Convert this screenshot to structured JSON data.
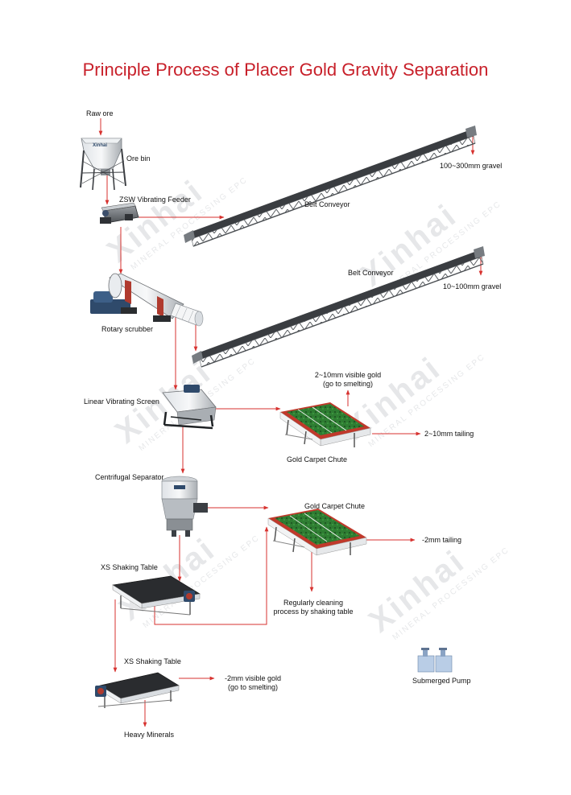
{
  "title": "Principle Process of Placer Gold Gravity Separation",
  "colors": {
    "title": "#c8202a",
    "flow_line": "#d7322f",
    "equipment_gray": "#6b6e72",
    "carpet_green": "#2e7d32",
    "carpet_red": "#c0392b",
    "watermark": "#c9ccd0"
  },
  "watermark": {
    "brand": "Xinhai",
    "tagline": "MINERAL PROCESSING EPC"
  },
  "labels": {
    "raw_ore": "Raw ore",
    "ore_bin": "Ore bin",
    "feeder": "ZSW Vibrating Feeder",
    "belt_conveyor_1": "Belt Conveyor",
    "gravel_1": "100~300mm gravel",
    "belt_conveyor_2": "Belt Conveyor",
    "gravel_2": "10~100mm gravel",
    "rotary_scrubber": "Rotary scrubber",
    "visible_gold_1_line1": "2~10mm visible gold",
    "visible_gold_1_line2": "(go to smelting)",
    "linear_screen": "Linear Vibrating Screen",
    "tailing_1": "2~10mm tailing",
    "carpet_chute_1": "Gold Carpet Chute",
    "centrifugal": "Centrifugal Separator",
    "carpet_chute_2": "Gold Carpet Chute",
    "tailing_2": "-2mm tailing",
    "shaking_table_1": "XS Shaking Table",
    "cleaning_line1": "Regularly cleaning",
    "cleaning_line2": "process by shaking table",
    "shaking_table_2": "XS Shaking Table",
    "visible_gold_2_line1": "-2mm visible gold",
    "visible_gold_2_line2": "(go to smelting)",
    "submerged_pump": "Submerged Pump",
    "heavy_minerals": "Heavy Minerals",
    "bin_badge": "Xinhai"
  }
}
